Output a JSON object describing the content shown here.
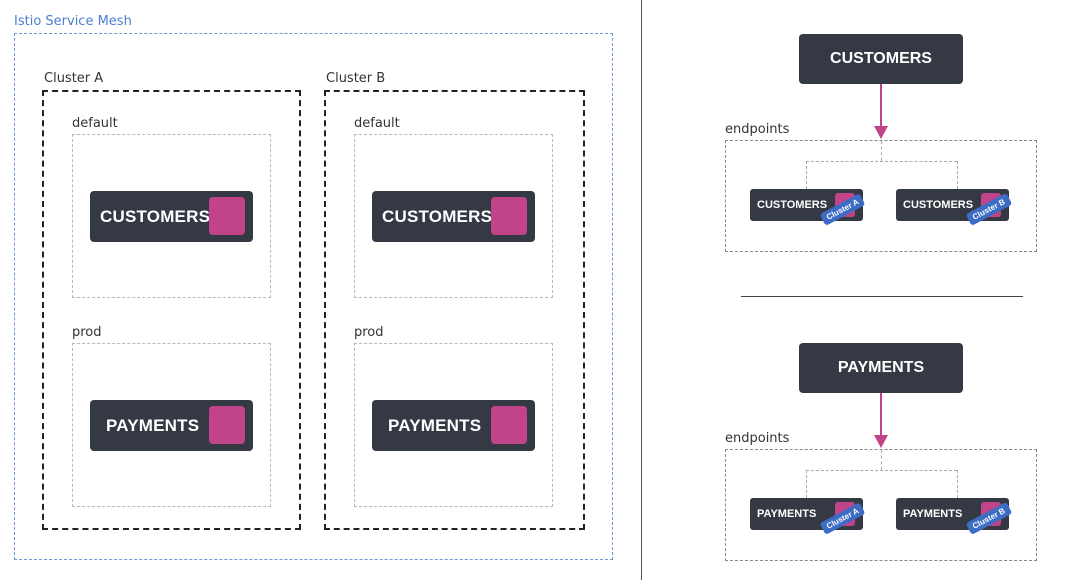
{
  "left": {
    "mesh_label": "Istio Service Mesh",
    "clusters": [
      {
        "label": "Cluster A",
        "namespaces": [
          {
            "label": "default",
            "service": "CUSTOMERS"
          },
          {
            "label": "prod",
            "service": "PAYMENTS"
          }
        ]
      },
      {
        "label": "Cluster B",
        "namespaces": [
          {
            "label": "default",
            "service": "CUSTOMERS"
          },
          {
            "label": "prod",
            "service": "PAYMENTS"
          }
        ]
      }
    ]
  },
  "right": {
    "groups": [
      {
        "service": "CUSTOMERS",
        "endpoints_label": "endpoints",
        "endpoints": [
          {
            "label": "CUSTOMERS",
            "tag": "Cluster A"
          },
          {
            "label": "CUSTOMERS",
            "tag": "Cluster B"
          }
        ]
      },
      {
        "service": "PAYMENTS",
        "endpoints_label": "endpoints",
        "endpoints": [
          {
            "label": "PAYMENTS",
            "tag": "Cluster A"
          },
          {
            "label": "PAYMENTS",
            "tag": "Cluster B"
          }
        ]
      }
    ]
  },
  "colors": {
    "service_box": "#343943",
    "accent_magenta": "#c1448b",
    "mesh_border_blue": "#6e98d8",
    "cluster_tag_blue": "#3d6cc4"
  }
}
